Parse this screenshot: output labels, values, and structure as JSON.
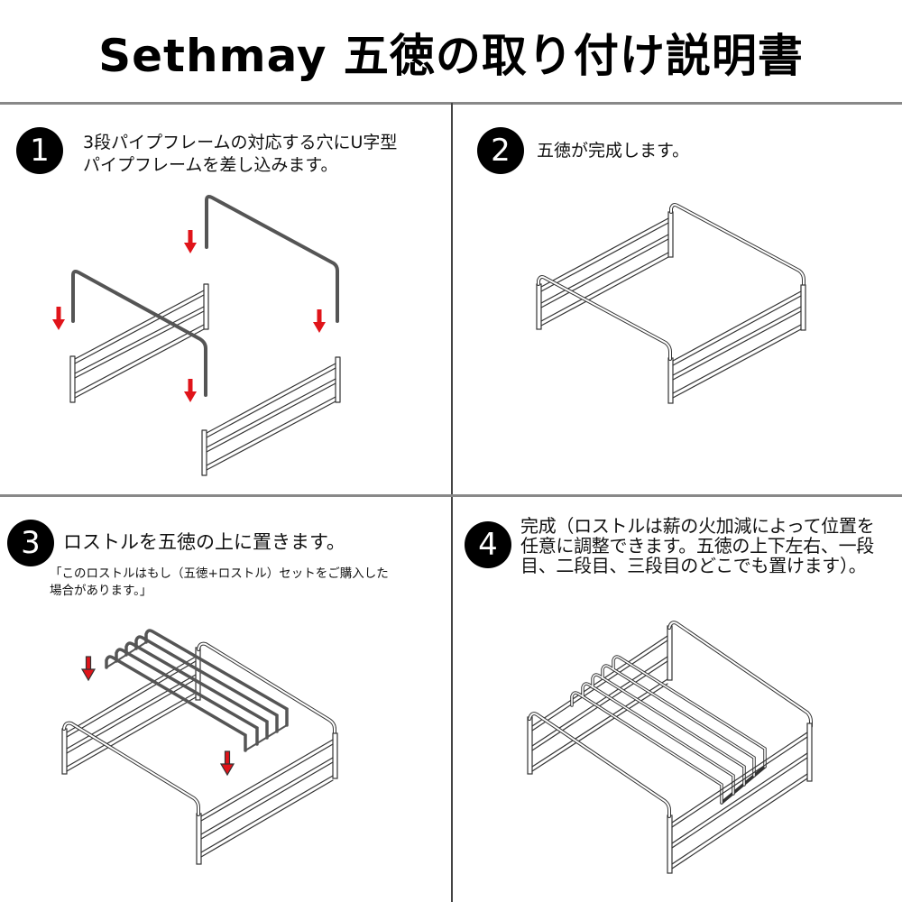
{
  "header": {
    "title": "Sethmay 五徳の取り付け説明書"
  },
  "steps": [
    {
      "number": "1",
      "text_line1": "3段パイプフレームの対応する穴にU字型",
      "text_line2": "パイプフレームを差し込みます。"
    },
    {
      "number": "2",
      "text_line1": "五徳が完成します。"
    },
    {
      "number": "3",
      "text_line1": "ロストルを五徳の上に置きます。",
      "note_line1": "「このロストルはもし（五徳+ロストル）セットをご購入した",
      "note_line2": "場合があります。」"
    },
    {
      "number": "4",
      "text_line1": "完成（ロストルは薪の火加減によって位置を",
      "text_line2": "任意に調整できます。五徳の上下左右、一段",
      "text_line3": "目、二段目、三段目のどこでも置けます）。"
    }
  ],
  "colors": {
    "arrow": "#e0141a",
    "frame_stroke": "#333333",
    "u_pipe": "#555555",
    "divider": "#888888"
  },
  "icons": {
    "arrow": "down-arrow-icon"
  }
}
